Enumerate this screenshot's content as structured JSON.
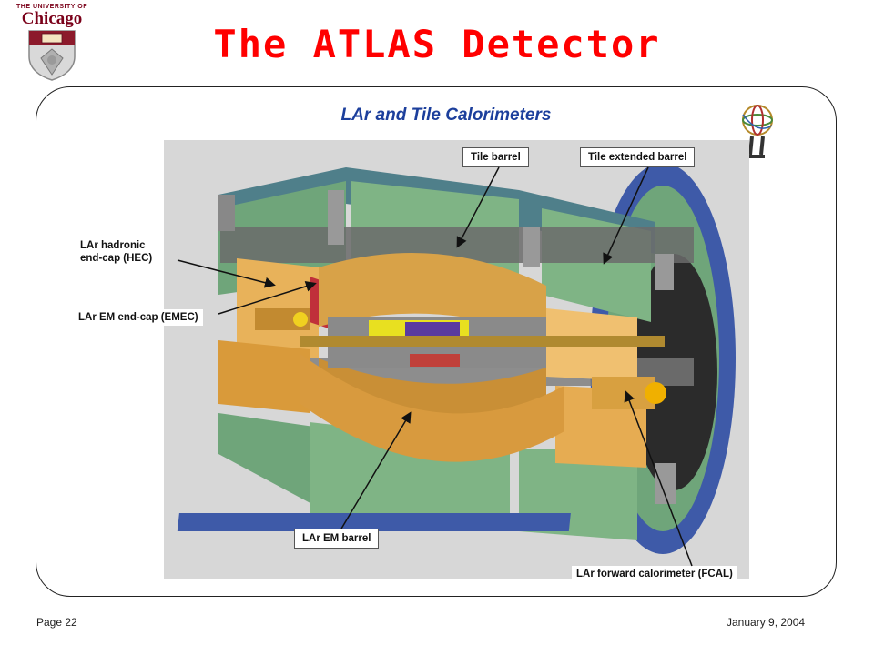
{
  "header": {
    "title": "The ATLAS Detector",
    "logo_top": "THE UNIVERSITY OF",
    "logo_word": "Chicago"
  },
  "figure": {
    "heading": "LAr and Tile Calorimeters",
    "labels": {
      "tile_barrel": "Tile barrel",
      "tile_extended": "Tile extended barrel",
      "hec_line1": "LAr hadronic",
      "hec_line2": "end-cap (HEC)",
      "emec": "LAr EM end-cap (EMEC)",
      "em_barrel": "LAr EM barrel",
      "fcal": "LAr forward calorimeter (FCAL)"
    }
  },
  "footer": {
    "page": "Page 22",
    "date": "January  9, 2004"
  },
  "colors": {
    "title": "#ff0000",
    "heading": "#1c3f9c",
    "tile_green": "#6fa57a",
    "lar_orange": "#e0a23c",
    "endcap_blue": "#3e5aa8",
    "maroon": "#7a0019"
  }
}
